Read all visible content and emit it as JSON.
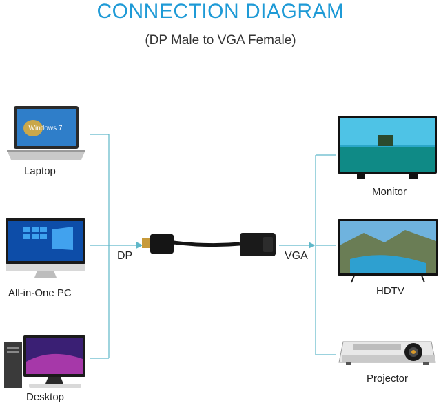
{
  "header": {
    "title": "CONNECTION DIAGRAM",
    "subtitle": "(DP Male to VGA Female)"
  },
  "sources": [
    {
      "label": "Laptop",
      "screen_text": "Windows 7"
    },
    {
      "label": "All-in-One PC"
    },
    {
      "label": "Desktop"
    }
  ],
  "connectors": {
    "input_label": "DP",
    "output_label": "VGA"
  },
  "outputs": [
    {
      "label": "Monitor"
    },
    {
      "label": "HDTV"
    },
    {
      "label": "Projector"
    }
  ],
  "colors": {
    "accent": "#1e9ad6",
    "line": "#5fb8c9"
  }
}
